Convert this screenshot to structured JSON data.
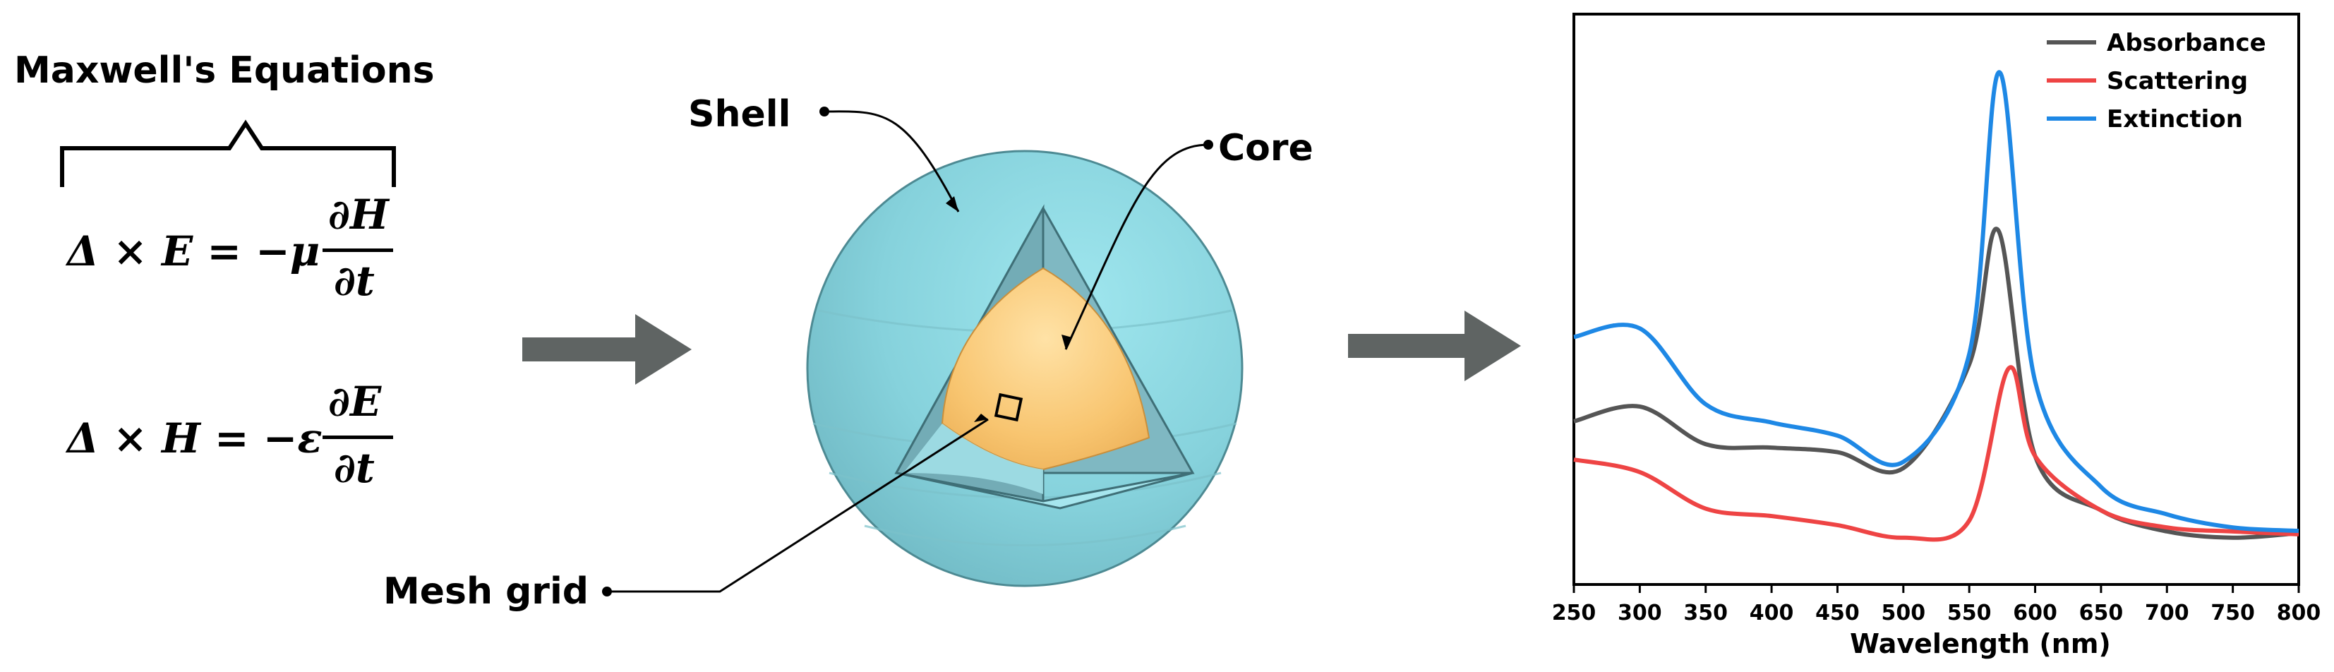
{
  "equations": {
    "title": "Maxwell's Equations",
    "eq1": {
      "lhs": "Δ × E =  −μ",
      "num": "∂H",
      "den": "∂t"
    },
    "eq2": {
      "lhs": "Δ × H =  −ε",
      "num": "∂E",
      "den": "∂t"
    }
  },
  "model": {
    "shell_label": "Shell",
    "core_label": "Core",
    "mesh_label": "Mesh grid",
    "colors": {
      "shell": "#8fd3dd",
      "core": "#f6c266",
      "arrow": "#5f6463"
    }
  },
  "chart_data": {
    "type": "line",
    "title": "",
    "xlabel": "Wavelength (nm)",
    "ylabel": "",
    "xlim": [
      250,
      800
    ],
    "ylim": [
      0,
      1
    ],
    "xticks": [
      250,
      300,
      350,
      400,
      450,
      500,
      550,
      600,
      650,
      700,
      750,
      800
    ],
    "legend_position": "top-right",
    "series": [
      {
        "name": "Absorbance",
        "color": "#555555",
        "points": [
          [
            250,
            0.286
          ],
          [
            300,
            0.312
          ],
          [
            350,
            0.246
          ],
          [
            400,
            0.24
          ],
          [
            450,
            0.232
          ],
          [
            500,
            0.204
          ],
          [
            550,
            0.386
          ],
          [
            572,
            0.621
          ],
          [
            600,
            0.225
          ],
          [
            650,
            0.13
          ],
          [
            700,
            0.093
          ],
          [
            750,
            0.082
          ],
          [
            800,
            0.09
          ]
        ]
      },
      {
        "name": "Scattering",
        "color": "#ee4444",
        "points": [
          [
            250,
            0.219
          ],
          [
            300,
            0.197
          ],
          [
            350,
            0.133
          ],
          [
            400,
            0.12
          ],
          [
            450,
            0.104
          ],
          [
            500,
            0.082
          ],
          [
            550,
            0.112
          ],
          [
            580,
            0.379
          ],
          [
            600,
            0.225
          ],
          [
            650,
            0.13
          ],
          [
            700,
            0.1
          ],
          [
            750,
            0.093
          ],
          [
            800,
            0.088
          ]
        ]
      },
      {
        "name": "Extinction",
        "color": "#1e88e5",
        "points": [
          [
            250,
            0.434
          ],
          [
            300,
            0.449
          ],
          [
            350,
            0.316
          ],
          [
            400,
            0.284
          ],
          [
            450,
            0.261
          ],
          [
            500,
            0.215
          ],
          [
            550,
            0.404
          ],
          [
            573,
            0.898
          ],
          [
            600,
            0.356
          ],
          [
            650,
            0.171
          ],
          [
            700,
            0.123
          ],
          [
            750,
            0.1
          ],
          [
            800,
            0.094
          ]
        ]
      }
    ]
  }
}
